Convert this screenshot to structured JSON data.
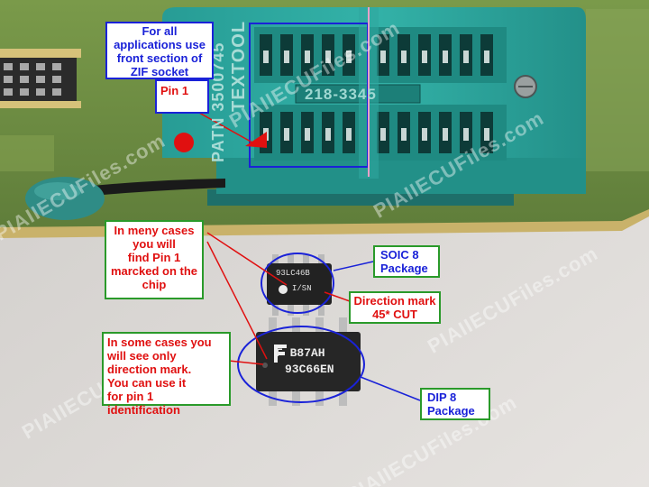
{
  "annotations": {
    "zif_front": {
      "line1": "For all",
      "line2": "applications use",
      "line3": "front section of",
      "line4": "ZIF socket"
    },
    "pin1": "Pin 1",
    "pin1_marked": {
      "line1": "In meny cases",
      "line2": "you will",
      "line3": "find Pin 1",
      "line4": "marcked on the",
      "line5": "chip"
    },
    "soic8": {
      "line1": "SOIC 8",
      "line2": "Package"
    },
    "direction_mark": {
      "line1": "Direction mark",
      "line2": "45* CUT"
    },
    "direction_only": {
      "line1": "In some cases  you",
      "line2": "will see only",
      "line3": "direction mark.",
      "line4": " You can use it",
      "line5": "for pin 1 identification"
    },
    "dip8": {
      "line1": "DIP 8",
      "line2": "Package"
    }
  },
  "socket_print": {
    "vertical": "TEXTOOL",
    "model": "PATN 3500745",
    "number": "218-3345"
  },
  "chips": {
    "soic_line1": "93LC46B",
    "soic_line2": "I/SN",
    "dip_line1": "F B87AH",
    "dip_line2": "93C66EN"
  },
  "watermark": "PIAIIECUFiles.com",
  "colors": {
    "label_blue": "#1a22d8",
    "label_red": "#e01010",
    "border_green": "#2a9a2a",
    "socket": "#2aa79e",
    "pcb": "#6f8f46"
  }
}
